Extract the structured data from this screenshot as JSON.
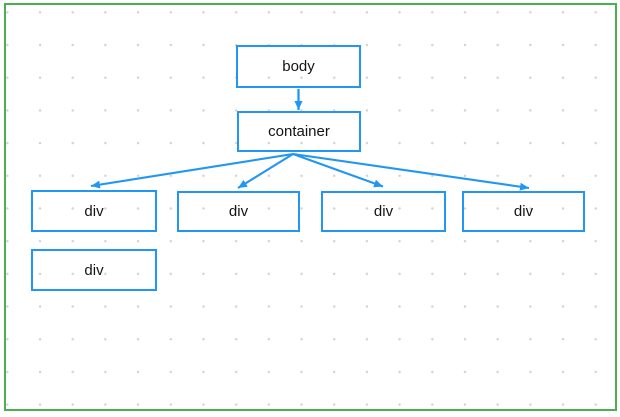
{
  "diagram": {
    "kind": "dom-tree-diagram",
    "colors": {
      "page_border": "#4caf50",
      "node_border": "#2196f3",
      "edge": "#2196f3",
      "grid_dot": "#d2d2d2",
      "label": "#141414",
      "background": "#ffffff"
    },
    "nodes": [
      {
        "id": "body",
        "label": "body"
      },
      {
        "id": "container",
        "label": "container"
      },
      {
        "id": "div-1",
        "label": "div"
      },
      {
        "id": "div-2",
        "label": "div"
      },
      {
        "id": "div-3",
        "label": "div"
      },
      {
        "id": "div-4",
        "label": "div"
      },
      {
        "id": "div-5",
        "label": "div"
      }
    ],
    "edges": [
      {
        "from": "body",
        "to": "container"
      },
      {
        "from": "container",
        "to": "div-1"
      },
      {
        "from": "container",
        "to": "div-2"
      },
      {
        "from": "container",
        "to": "div-3"
      },
      {
        "from": "container",
        "to": "div-4"
      }
    ]
  }
}
